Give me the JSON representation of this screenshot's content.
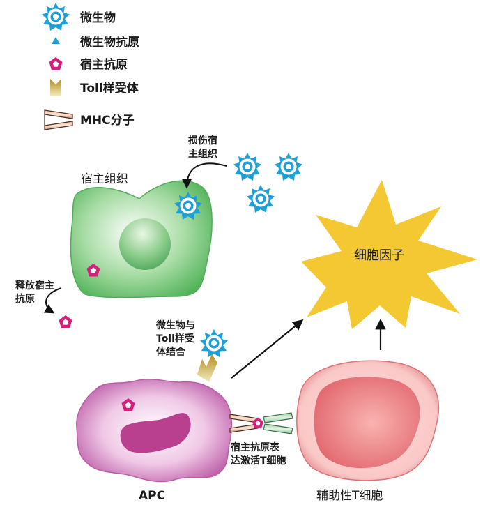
{
  "legend": {
    "microbe": "微生物",
    "microbial_antigen": "微生物抗原",
    "host_antigen": "宿主抗原",
    "toll_receptor": "Toll样受体",
    "mhc_molecule": "MHC分子"
  },
  "labels": {
    "damaged_tissue": [
      "损伤宿",
      "主组织"
    ],
    "host_tissue": "宿主组织",
    "release_antigen": [
      "释放宿主",
      "抗原"
    ],
    "cytokine": "细胞因子",
    "microbe_toll_binding": [
      "微生物与",
      "Toll样受",
      "体结合"
    ],
    "apc": "APC",
    "host_antigen_activates": [
      "宿主抗原表",
      "达激活T细胞"
    ],
    "helper_t_cell": "辅助性T细胞"
  },
  "colors": {
    "microbe": "#1e9fd6",
    "host_antigen": "#d61f7c",
    "tissue_green": "#5fbf6a",
    "apc_pink": "#c95aae",
    "t_cell_red": "#e0707a",
    "cytokine_yellow": "#f3c832",
    "toll_gold": "#c8a531"
  }
}
